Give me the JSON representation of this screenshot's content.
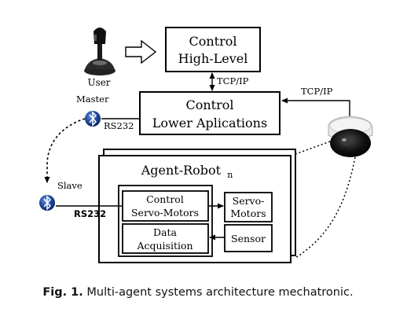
{
  "caption": {
    "label": "Fig. 1.",
    "text": "Multi-agent systems architecture mechatronic."
  },
  "user": {
    "label": "User",
    "icon": "joystick-icon"
  },
  "control_high_level": {
    "line1": "Control",
    "line2": "High-Level"
  },
  "control_lower": {
    "line1": "Control",
    "line2": "Lower Aplications"
  },
  "links": {
    "tcpip_vertical": "TCP/IP",
    "tcpip_camera": "TCP/IP",
    "rs232_master": "RS232",
    "rs232_slave": "RS232"
  },
  "master": {
    "label": "Master",
    "icon": "bluetooth-icon"
  },
  "slave": {
    "label": "Slave",
    "icon": "bluetooth-icon"
  },
  "camera": {
    "icon": "dome-camera-icon"
  },
  "agent_robot": {
    "title": "Agent-Robot",
    "subscript": "n"
  },
  "modules": {
    "control_servo_line1": "Control",
    "control_servo_line2": "Servo-Motors",
    "servo_line1": "Servo-",
    "servo_line2": "Motors",
    "data_line1": "Data",
    "data_line2": "Acquisition",
    "sensor": "Sensor"
  },
  "colors": {
    "bluetooth_fill": "#1a3f8f",
    "bluetooth_highlight": "#5e86d6",
    "line": "#000000"
  }
}
